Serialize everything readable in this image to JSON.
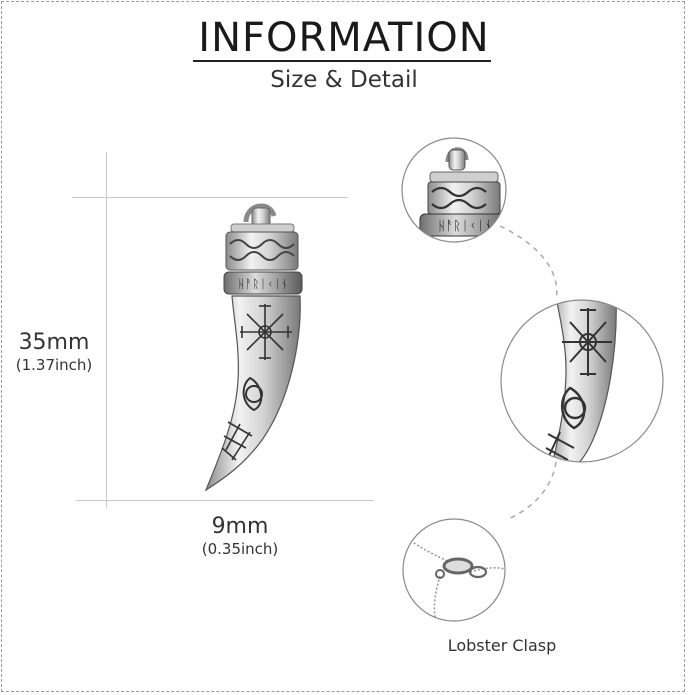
{
  "header": {
    "title": "INFORMATION",
    "subtitle": "Size & Detail"
  },
  "dimensions": {
    "height_main": "35mm",
    "height_sub": "(1.37inch)",
    "width_main": "9mm",
    "width_sub": "(0.35inch)"
  },
  "details": {
    "clasp_caption": "Lobster Clasp"
  },
  "colors": {
    "metal_light": "#e9e9e9",
    "metal_mid": "#b5b5b5",
    "metal_dark": "#4a4a4a",
    "guide_line": "#c8c8c8",
    "dashed_connector": "#aaaaaa"
  }
}
